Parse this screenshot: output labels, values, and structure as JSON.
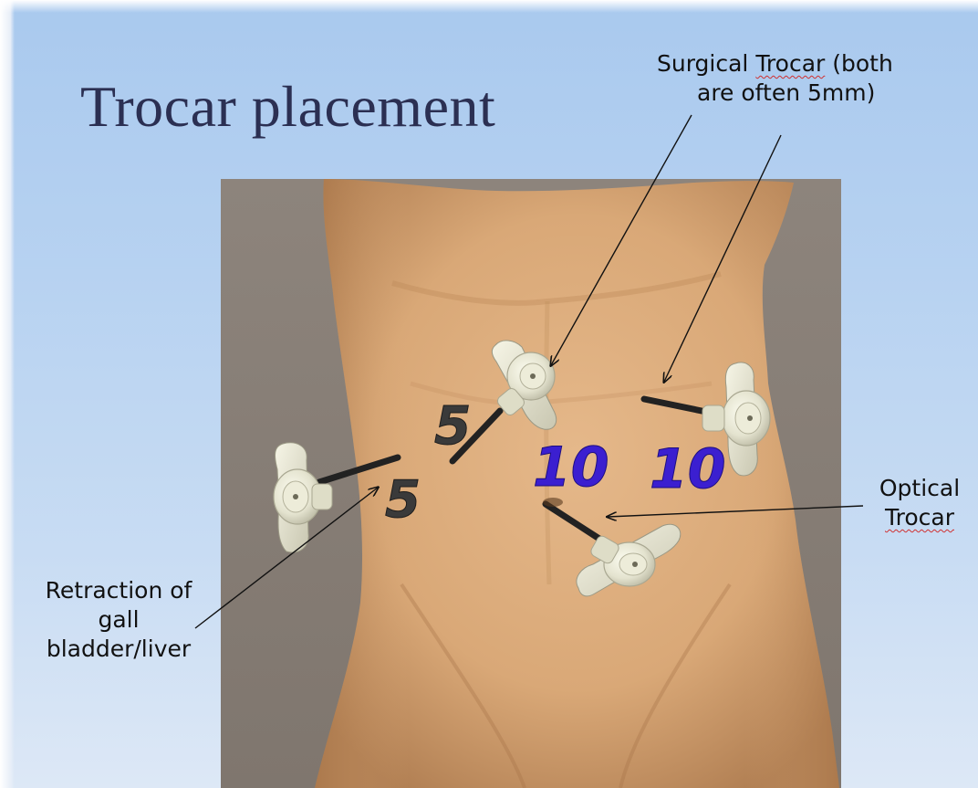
{
  "slide": {
    "title": "Trocar placement"
  },
  "labels": {
    "surgical_trocar_line1_a": "Surgical ",
    "surgical_trocar_line1_b": "Trocar",
    "surgical_trocar_line1_c": " (both",
    "surgical_trocar_line2": "are often 5mm)",
    "optical_trocar_line1": "Optical",
    "optical_trocar_line2": "Trocar",
    "retraction_line1": "Retraction of",
    "retraction_line2": "gall",
    "retraction_line3": "bladder/liver"
  },
  "port_sizes": {
    "left_port": "5",
    "upper_center_port": "5",
    "center_port": "10",
    "right_port": "10"
  },
  "colors": {
    "slide_background": "#b7d2f1",
    "title": "#2b2f52",
    "size_5": "#3a3a3a",
    "size_10": "#3b1fd0",
    "skin": "#d9a877",
    "photo_background": "#8e857d"
  }
}
